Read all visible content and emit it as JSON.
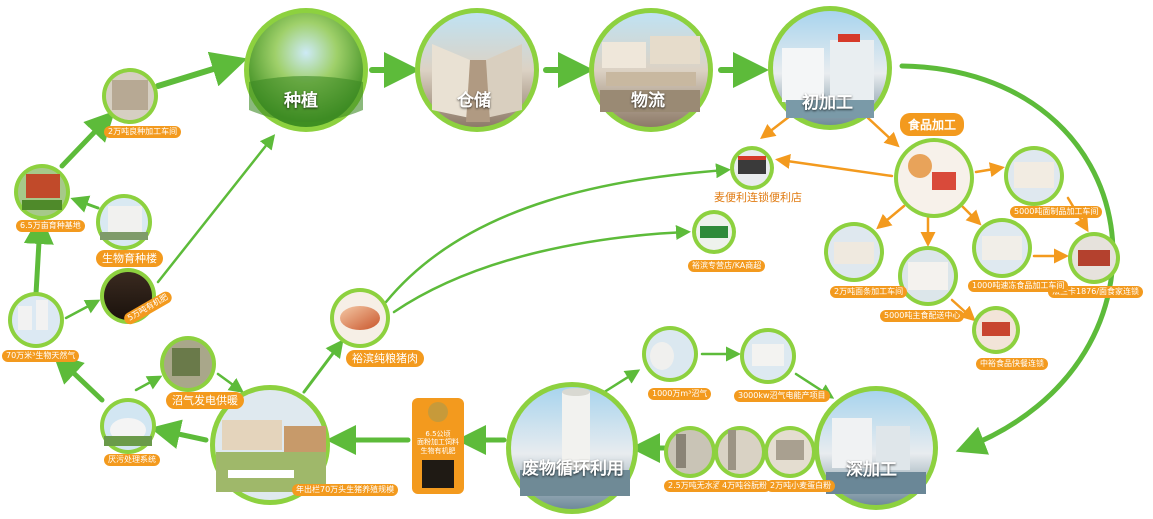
{
  "colors": {
    "green": "#5dbb3a",
    "orange": "#f39a1e",
    "orange_dark": "#e07a10",
    "ring": "#8dd13f"
  },
  "stages": {
    "planting": "种植",
    "storage": "仓储",
    "logistics": "物流",
    "primary": "初加工",
    "deep": "深加工",
    "recycling": "废物循环利用"
  },
  "food_processing": "食品加工",
  "nodes": {
    "seed_workshop": "2万吨良种加工车间",
    "base": "6.5万亩育种基地",
    "bio_building": "生物育种楼",
    "fertilizer": "5万吨有机肥",
    "biogas_gen": "70万米³生物天然气",
    "power": "沼气发电供暖",
    "sewage": "厌污处理系统",
    "pig": "年出栏70万头生猪养殖规模",
    "pork": "裕滨纯粮猪肉",
    "store": "麦便利连锁便利店",
    "ka": "裕滨专营店/KA商超",
    "food_plant": "5000吨面制品加工车间",
    "noodle": "2万吨面条加工车间",
    "staple": "5000吨主食配送中心",
    "canteen": "中裕食品快餐连锁",
    "restaurant": "法兰卡1876/面食家连锁",
    "frozen": "1000吨速冻食品加工车间",
    "biogas": "1000万m³沼气",
    "feed": "3000kw沼气电能产项目",
    "alcohol": "2.5万吨无水酒精",
    "gluten": "4万吨谷朊粉",
    "wheat": "2万吨小麦蛋白粉",
    "biogas_box": "6.5公顷\n面粉加工饲料\n生物有机肥"
  }
}
